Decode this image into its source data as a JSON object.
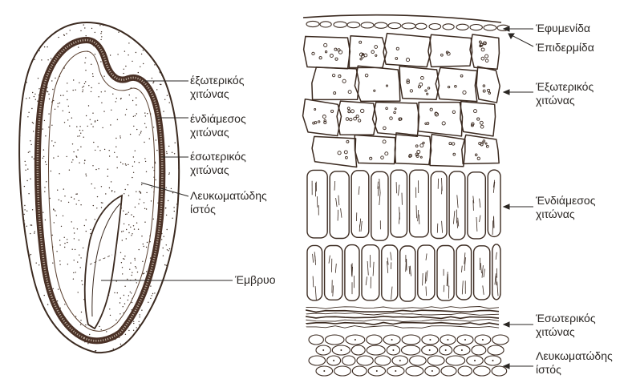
{
  "left_diagram": {
    "labels": [
      {
        "id": "outer-coat",
        "lines": [
          "έξωτερικός",
          "χιτώνας"
        ]
      },
      {
        "id": "middle-coat",
        "lines": [
          "ένδιάμεσος",
          "χιτώνας"
        ]
      },
      {
        "id": "inner-coat",
        "lines": [
          "έσωτερικός",
          "χιτώνας"
        ]
      },
      {
        "id": "endosperm",
        "lines": [
          "Λευκωματώδης",
          "ίστός"
        ]
      },
      {
        "id": "embryo",
        "lines": [
          "Έμβρυο"
        ]
      }
    ]
  },
  "right_diagram": {
    "labels": [
      {
        "id": "cuticle",
        "lines": [
          "Έφυμενίδα"
        ]
      },
      {
        "id": "epidermis",
        "lines": [
          "Έπιδερμίδα"
        ]
      },
      {
        "id": "outer-coat",
        "lines": [
          "Έξωτερικός",
          "χιτώνας"
        ]
      },
      {
        "id": "middle-coat",
        "lines": [
          "Ένδιάμεσος",
          "χιτώνας"
        ]
      },
      {
        "id": "inner-coat",
        "lines": [
          "Έσωτερικός",
          "χιτώνας"
        ]
      },
      {
        "id": "endosperm",
        "lines": [
          "Λευκωματώδης",
          "ίστός"
        ]
      }
    ]
  },
  "colors": {
    "ink": "#3b2a20",
    "background": "#ffffff",
    "text": "#2a2623"
  }
}
